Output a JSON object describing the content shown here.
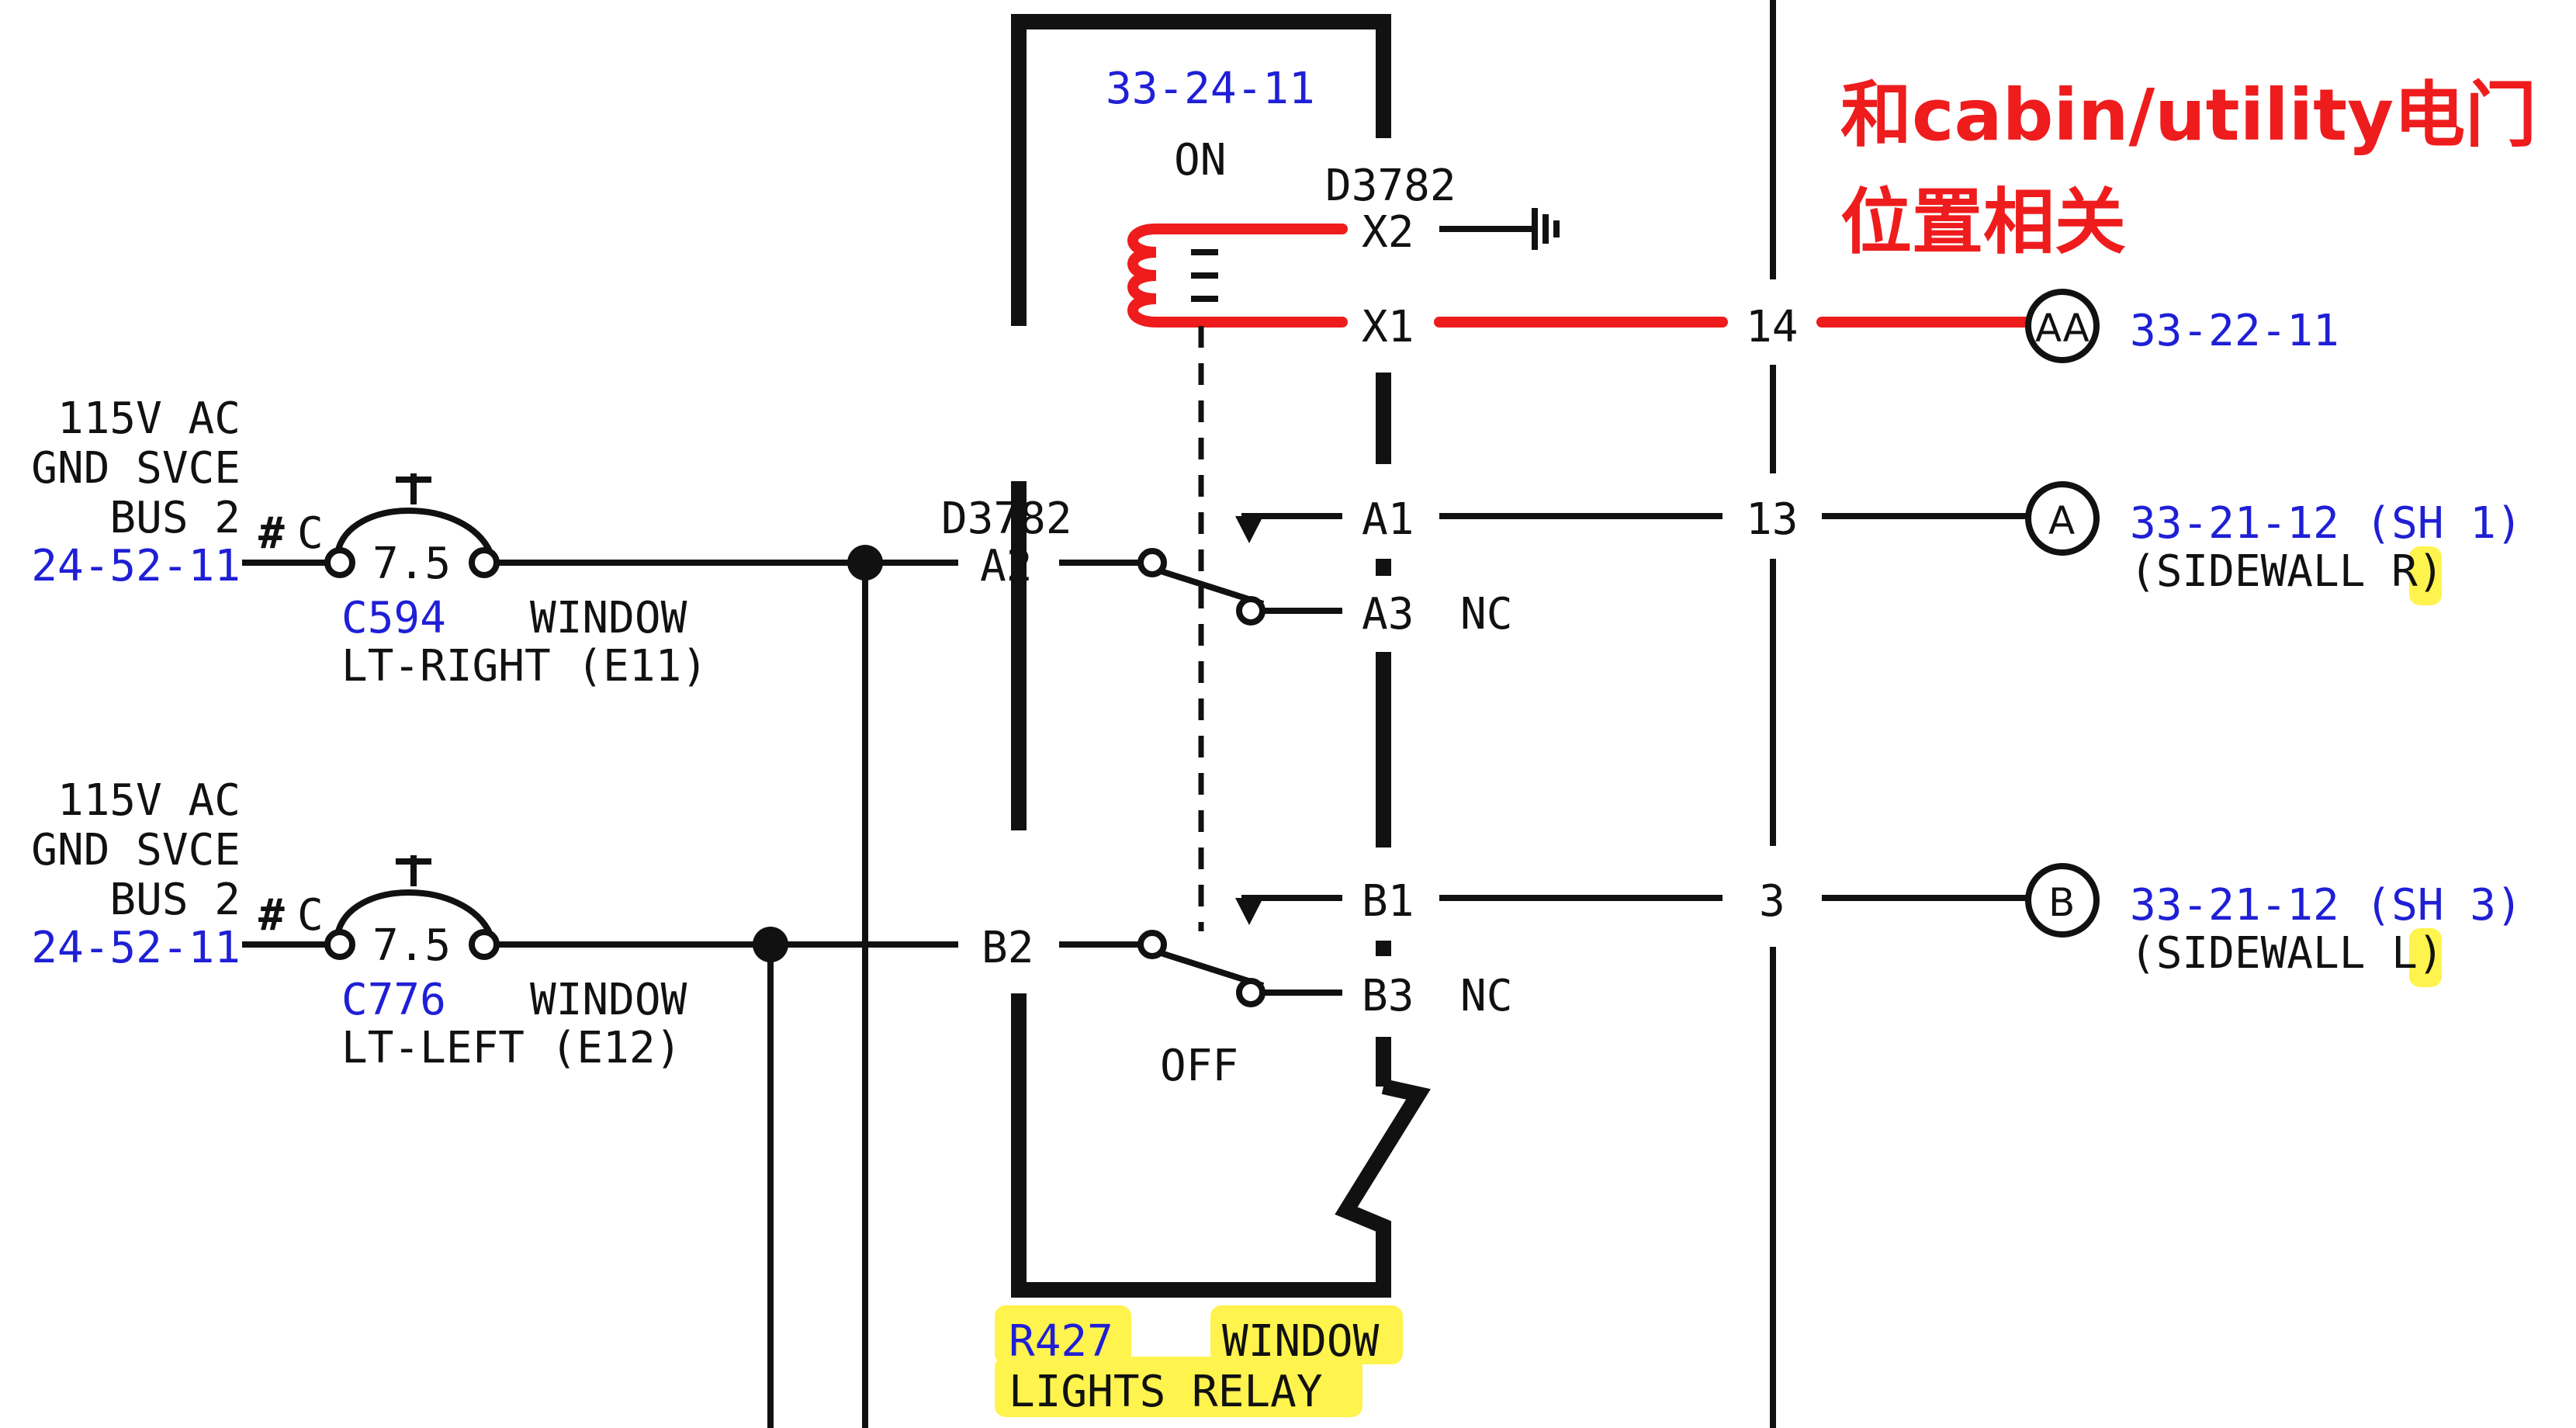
{
  "colors": {
    "wire": "#111111",
    "highlight_wire": "#ee1c1c",
    "reference": "#1f1fd6",
    "annotation": "#ee1c1c",
    "marker": "#fff34d"
  },
  "annotation": {
    "line1": "和cabin/utility电门",
    "line2": "位置相关"
  },
  "relay": {
    "top_ref": "33-24-11",
    "on_label": "ON",
    "off_label": "OFF",
    "name_top": "D3782",
    "name_left": "D3782",
    "pin_x2": "X2",
    "pin_x1": "X1",
    "pin_a1": "A1",
    "pin_a2": "A2",
    "pin_a3": "A3",
    "nc_a": "NC",
    "pin_b1": "B1",
    "pin_b2": "B2",
    "pin_b3": "B3",
    "nc_b": "NC",
    "caption_id": "R427",
    "caption_word": "WINDOW",
    "caption_line2": "LIGHTS RELAY"
  },
  "breakers": [
    {
      "source_1": "115V AC",
      "source_2": "GND SVCE",
      "source_3": "BUS 2",
      "source_ref": "24-52-11",
      "prefix": "#",
      "pole": "C",
      "rating": "7.5",
      "id": "C594",
      "name_1": "WINDOW",
      "name_2": "LT-RIGHT (E11)"
    },
    {
      "source_1": "115V AC",
      "source_2": "GND SVCE",
      "source_3": "BUS 2",
      "source_ref": "24-52-11",
      "prefix": "#",
      "pole": "C",
      "rating": "7.5",
      "id": "C776",
      "name_1": "WINDOW",
      "name_2": "LT-LEFT (E12)"
    }
  ],
  "connector": {
    "wire_x1": "14",
    "wire_a1": "13",
    "wire_b1": "3"
  },
  "destinations": [
    {
      "symbol": "AA",
      "ref": "33-22-11",
      "ref_suffix": "",
      "note": ""
    },
    {
      "symbol": "A",
      "ref": "33-21-12 (SH 1)",
      "note_prefix": "(SIDEWALL ",
      "note_mark": "R",
      "note_suffix": ")"
    },
    {
      "symbol": "B",
      "ref": "33-21-12 (SH 3)",
      "note_prefix": "(SIDEWALL ",
      "note_mark": "L",
      "note_suffix": ")"
    }
  ]
}
